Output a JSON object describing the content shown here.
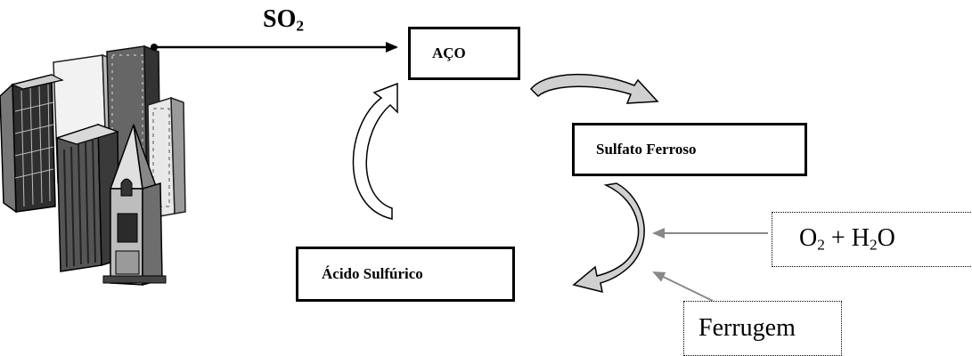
{
  "labels": {
    "so2": {
      "main": "SO",
      "sub": "2"
    },
    "aco": "AÇO",
    "sulfato": "Sulfato Ferroso",
    "acido": "Ácido Sulfúrico",
    "reagente": {
      "o": "O",
      "o_sub": "2",
      "plus": " + H",
      "h_sub": "2",
      "tail": "O"
    },
    "ferrugem": "Ferrugem"
  },
  "icons": {
    "city": "city-buildings-icon"
  },
  "colors": {
    "line": "#000000",
    "gray_arrow": "#888888",
    "curved_fill": "#d0d0d0"
  }
}
